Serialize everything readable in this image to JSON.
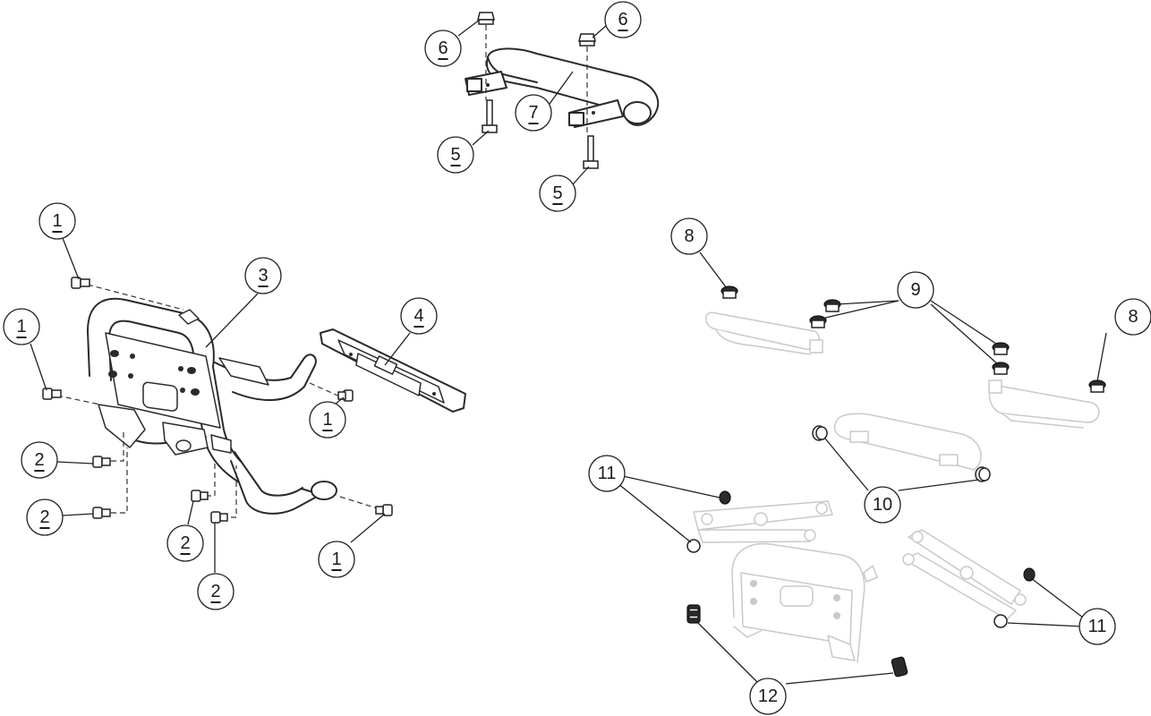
{
  "callouts": {
    "c1a": "1",
    "c1b": "1",
    "c1c": "1",
    "c1d": "1",
    "c2a": "2",
    "c2b": "2",
    "c2c": "2",
    "c2d": "2",
    "c3": "3",
    "c4": "4",
    "c5a": "5",
    "c5b": "5",
    "c6a": "6",
    "c6b": "6",
    "c7": "7",
    "c8a": "8",
    "c8b": "8",
    "c9": "9",
    "c10": "10",
    "c11a": "11",
    "c11b": "11",
    "c12": "12"
  }
}
